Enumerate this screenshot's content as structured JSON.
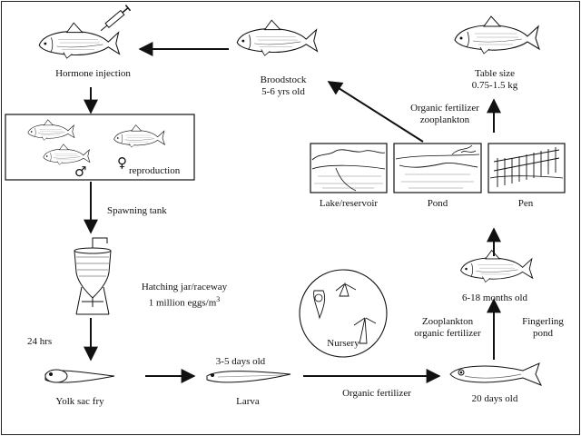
{
  "labels": {
    "hormone_injection": "Hormone injection",
    "broodstock_line1": "Broodstock",
    "broodstock_line2": "5-6 yrs old",
    "table_size_line1": "Table size",
    "table_size_line2": "0.75-1.5 kg",
    "org_fert_zoo_line1": "Organic fertilizer",
    "org_fert_zoo_line2": "zooplankton",
    "male_symbol": "♂",
    "female_symbol": "♀",
    "reproduction": "reproduction",
    "lake_reservoir": "Lake/reservoir",
    "pond": "Pond",
    "pen": "Pen",
    "spawning_tank": "Spawning tank",
    "hatching_line1": "Hatching jar/raceway",
    "hatching_line2_prefix": "1 million eggs/m",
    "hatching_line2_sup": "3",
    "months_old": "6-18 months old",
    "hrs_24": "24 hrs",
    "zoo_org_line1": "Zooplankton",
    "zoo_org_line2": "organic fertilizer",
    "fingerling_line1": "Fingerling",
    "fingerling_line2": "pond",
    "nursery": "Nursery",
    "days_3_5_old": "3-5 days old",
    "yolk_sac_fry": "Yolk sac fry",
    "larva": "Larva",
    "organic_fertilizer": "Organic fertilizer",
    "days_20_old": "20 days old"
  }
}
